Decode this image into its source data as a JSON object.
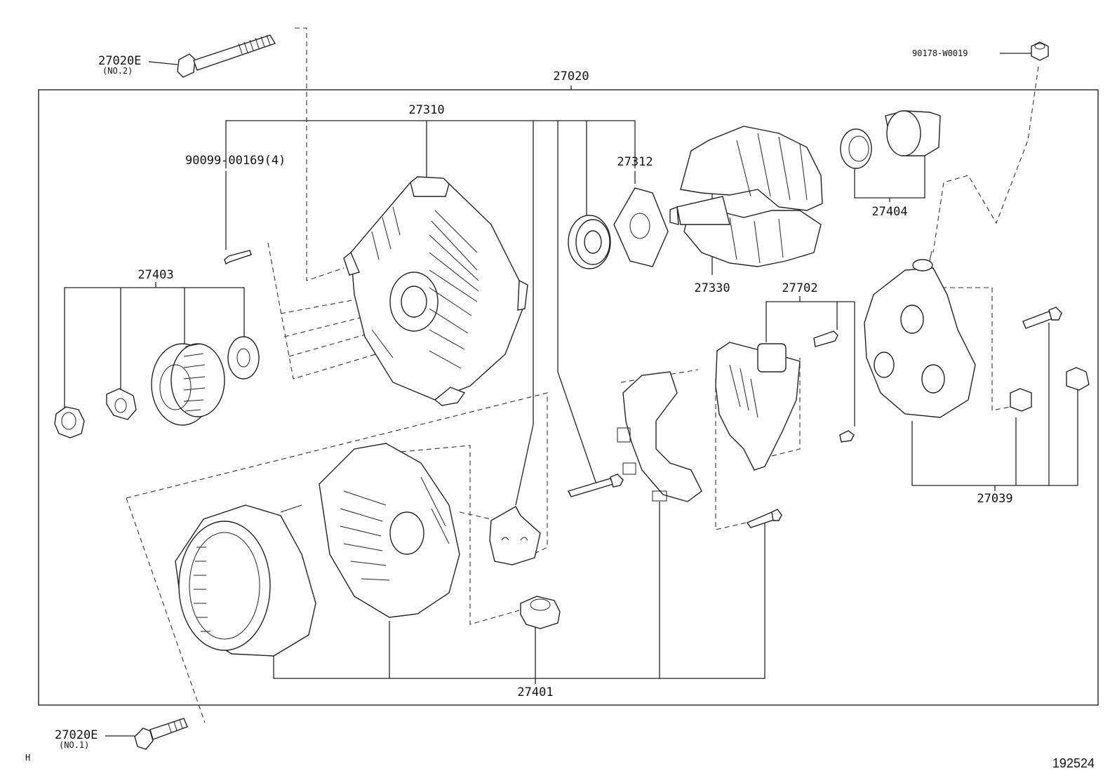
{
  "labels": {
    "assembly": "27020",
    "housing": "27310",
    "screw_set": "90099-00169(4)",
    "pulley": "27403",
    "retainer": "27312",
    "rotor": "27330",
    "bearing_set": "27404",
    "regulator": "27702",
    "rectifier_cover": "27039",
    "stator_set": "27401",
    "bolt_no2": "27020E",
    "bolt_no2_note": "(NO.2)",
    "bolt_no1": "27020E",
    "bolt_no1_note": "(NO.1)",
    "nut": "90178-W0019",
    "corner_mark": "H",
    "diagram_id": "192524"
  }
}
